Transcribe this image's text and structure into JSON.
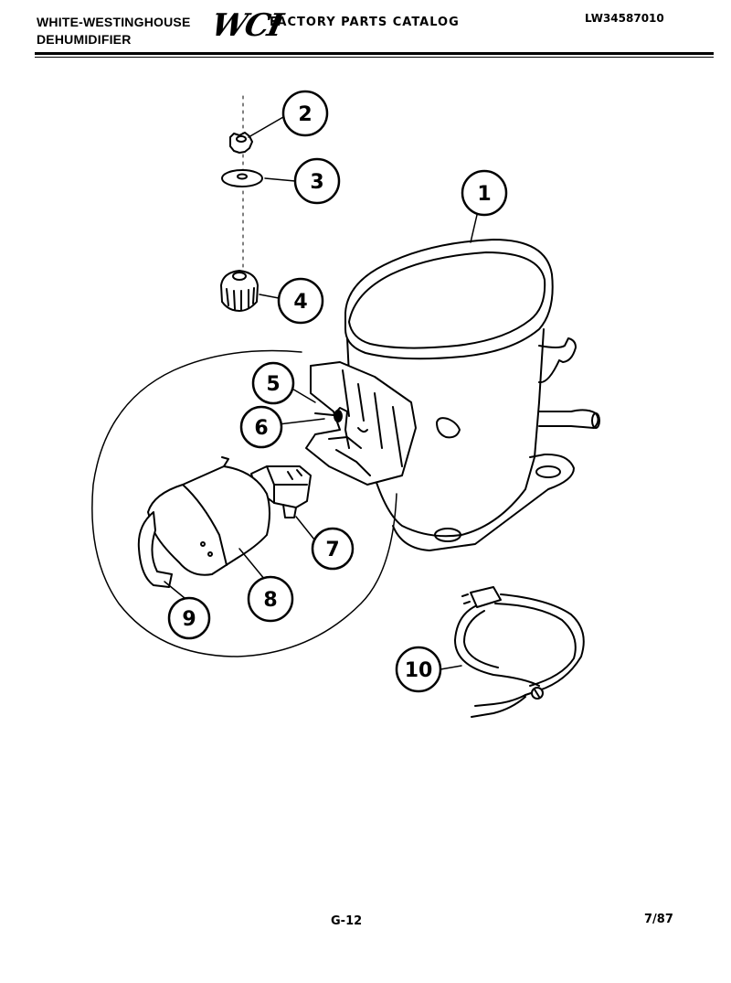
{
  "header": {
    "brand_line1": "WHITE-WESTINGHOUSE",
    "brand_line2": "DEHUMIDIFIER",
    "logo": "WCI",
    "catalog_title": "FACTORY PARTS CATALOG",
    "model_code": "LW34587010"
  },
  "callouts": [
    "1",
    "2",
    "3",
    "4",
    "5",
    "6",
    "7",
    "8",
    "9",
    "10"
  ],
  "footer": {
    "page": "G-12",
    "date": "7/87"
  }
}
